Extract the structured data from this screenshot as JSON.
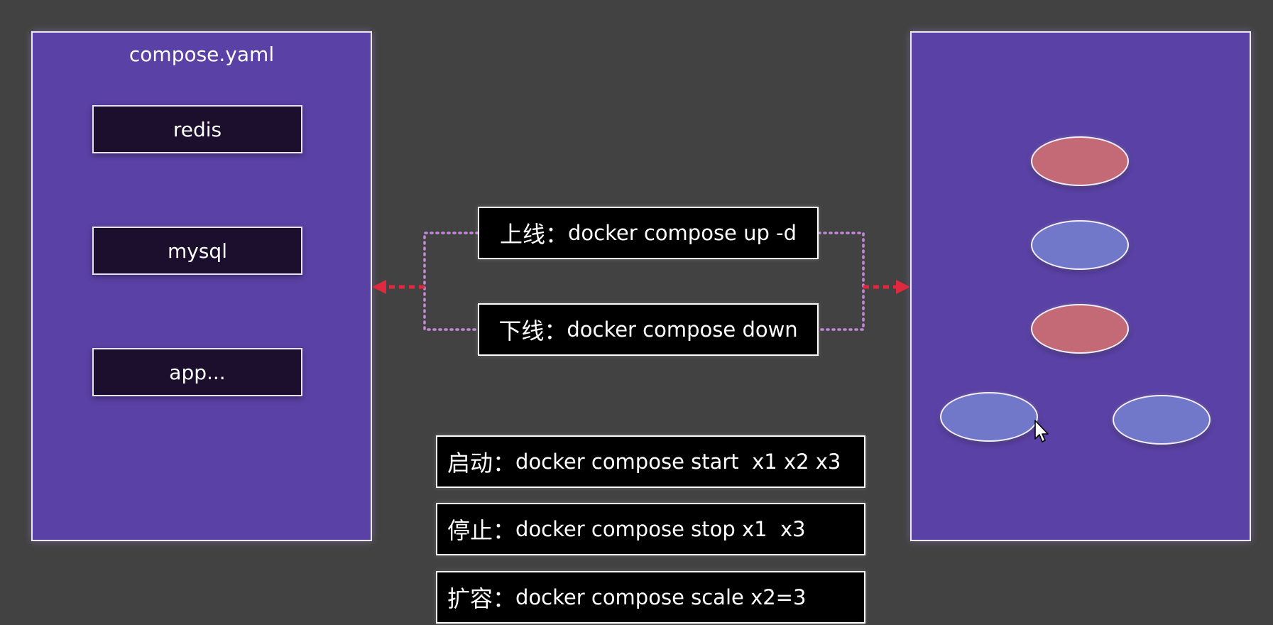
{
  "compose_file": {
    "title": "compose.yaml",
    "services": [
      {
        "label": "redis"
      },
      {
        "label": "mysql"
      },
      {
        "label": "app..."
      }
    ]
  },
  "commands": {
    "up": {
      "cn": "上线",
      "sep": "：",
      "cmd": "docker compose up -d"
    },
    "down": {
      "cn": "下线",
      "sep": "：",
      "cmd": "docker compose down"
    },
    "start": {
      "cn": "启动",
      "sep": "：",
      "cmd": "docker compose start  x1 x2 x3"
    },
    "stop": {
      "cn": "停止",
      "sep": "：",
      "cmd": "docker compose stop x1  x3"
    },
    "scale": {
      "cn": "扩容",
      "sep": "：",
      "cmd": "docker compose scale x2=3"
    }
  },
  "containers": [
    {
      "status": "red",
      "color": "#c46a76"
    },
    {
      "status": "blue",
      "color": "#7177c9"
    },
    {
      "status": "red",
      "color": "#c46a76"
    },
    {
      "status": "blue",
      "color": "#7177c9"
    },
    {
      "status": "blue",
      "color": "#7177c9"
    }
  ],
  "colors": {
    "background": "#424242",
    "panel": "#5a41a5",
    "service_box": "#1c0f2e",
    "command_box": "#000000",
    "dotted_connector": "#c48ad8",
    "arrow": "#e0293e",
    "red_container": "#c46a76",
    "blue_container": "#7177c9"
  },
  "icons": [
    "mouse-cursor-icon",
    "arrow-left-icon",
    "arrow-right-icon"
  ]
}
